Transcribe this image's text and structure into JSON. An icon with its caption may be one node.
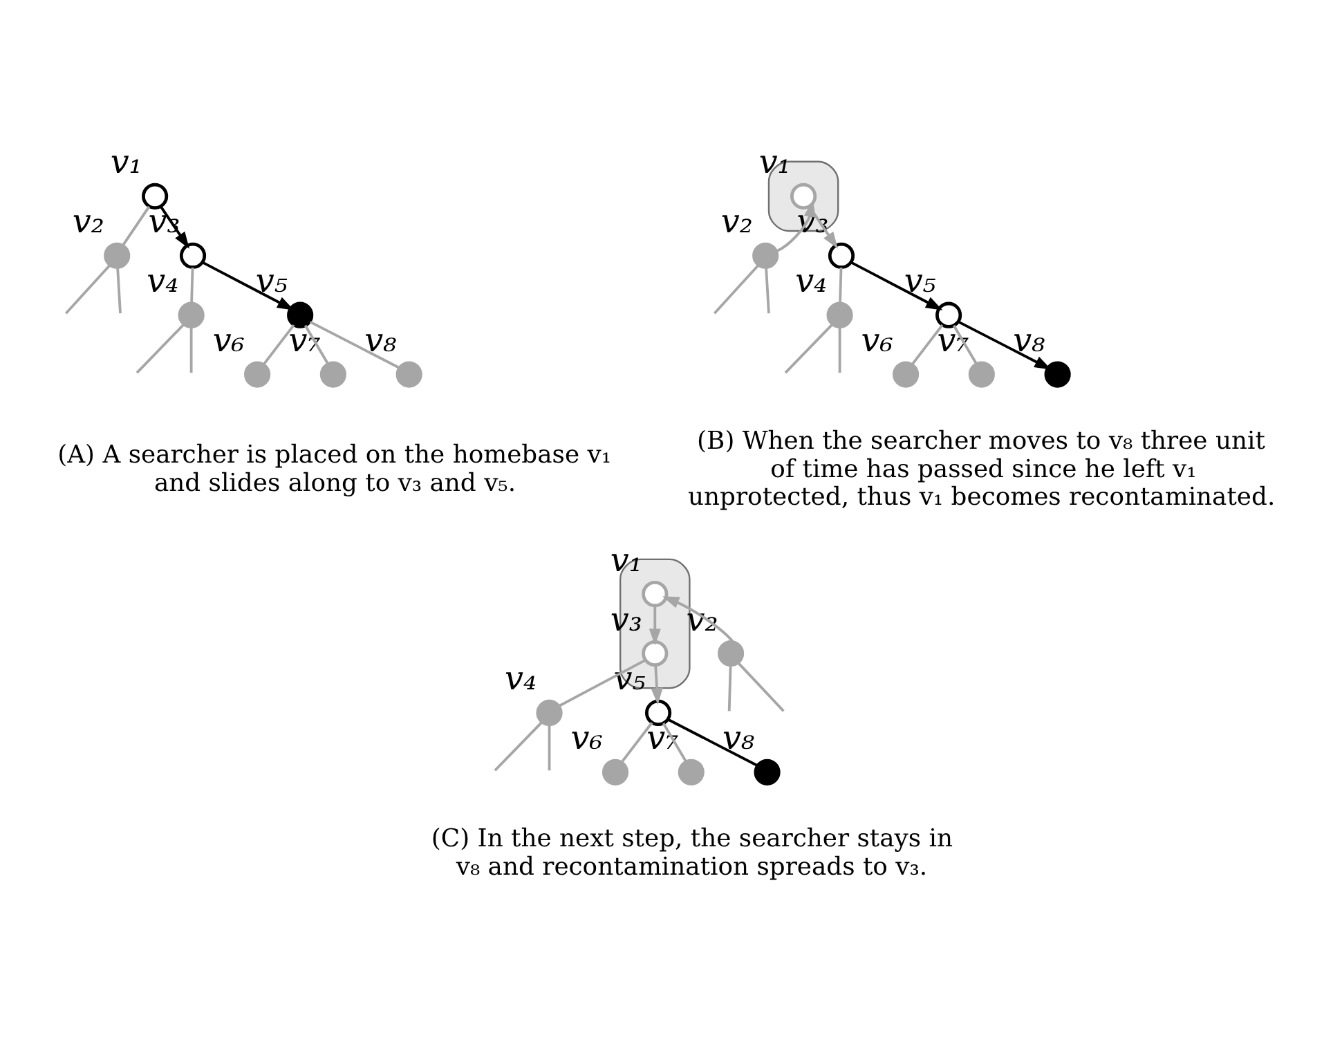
{
  "diagram": {
    "nodes": [
      {
        "text": [],
        "shape": "circle",
        "beside": [
          "v₁"
        ]
      },
      {
        "text": [],
        "shape": "circle",
        "beside": [
          "v₂"
        ]
      },
      {
        "text": [],
        "shape": "circle",
        "beside": [
          "v₃"
        ]
      },
      {
        "text": [],
        "shape": "circle",
        "beside": [
          "v₄"
        ]
      },
      {
        "text": [],
        "shape": "circle",
        "beside": [
          "v₅"
        ]
      },
      {
        "text": [],
        "shape": "circle",
        "beside": [
          "v₆"
        ]
      },
      {
        "text": [],
        "shape": "circle",
        "beside": [
          "v₇"
        ]
      },
      {
        "text": [],
        "shape": "circle",
        "beside": [
          "v₈"
        ]
      },
      {
        "text": [],
        "shape": "cloud"
      },
      {
        "text": [],
        "shape": "circle",
        "beside": [
          "v₁"
        ],
        "in": 8
      },
      {
        "text": [],
        "shape": "circle",
        "beside": [
          "v₂"
        ]
      },
      {
        "text": [],
        "shape": "circle",
        "beside": [
          "v₃"
        ]
      },
      {
        "text": [],
        "shape": "circle",
        "beside": [
          "v₄"
        ]
      },
      {
        "text": [],
        "shape": "circle",
        "beside": [
          "v₅"
        ]
      },
      {
        "text": [],
        "shape": "circle",
        "beside": [
          "v₆"
        ]
      },
      {
        "text": [],
        "shape": "circle",
        "beside": [
          "v₇"
        ]
      },
      {
        "text": [],
        "shape": "circle",
        "beside": [
          "v₈"
        ]
      },
      {
        "text": [],
        "shape": "cloud"
      },
      {
        "text": [],
        "shape": "circle",
        "beside": [
          "v₁"
        ],
        "in": 17
      },
      {
        "text": [],
        "shape": "circle",
        "beside": [
          "v₂"
        ]
      },
      {
        "text": [],
        "shape": "circle",
        "beside": [
          "v₃"
        ],
        "in": 17
      },
      {
        "text": [],
        "shape": "circle",
        "beside": [
          "v₄"
        ]
      },
      {
        "text": [],
        "shape": "circle",
        "beside": [
          "v₅"
        ]
      },
      {
        "text": [],
        "shape": "circle",
        "beside": [
          "v₆"
        ]
      },
      {
        "text": [],
        "shape": "circle",
        "beside": [
          "v₇"
        ]
      },
      {
        "text": [],
        "shape": "circle",
        "beside": [
          "v₈"
        ]
      }
    ],
    "edges": [
      {
        "from": 0,
        "to": 1,
        "arrow": "none"
      },
      {
        "from": 0,
        "to": 2,
        "arrow": "to",
        "color": "#000000"
      },
      {
        "from": 1,
        "to": null,
        "arrow": "none"
      },
      {
        "from": 1,
        "to": null,
        "arrow": "none"
      },
      {
        "from": 2,
        "to": 3,
        "arrow": "none"
      },
      {
        "from": 2,
        "to": 4,
        "arrow": "to",
        "color": "#000000"
      },
      {
        "from": 3,
        "to": null,
        "arrow": "none"
      },
      {
        "from": 3,
        "to": null,
        "arrow": "none"
      },
      {
        "from": 4,
        "to": 5,
        "arrow": "none"
      },
      {
        "from": 4,
        "to": 6,
        "arrow": "none"
      },
      {
        "from": 4,
        "to": 7,
        "arrow": "none"
      },
      {
        "from": 10,
        "to": 9,
        "arrow": "to"
      },
      {
        "from": 9,
        "to": 11,
        "arrow": "to"
      },
      {
        "from": 10,
        "to": null,
        "arrow": "none"
      },
      {
        "from": 10,
        "to": null,
        "arrow": "none"
      },
      {
        "from": 11,
        "to": 12,
        "arrow": "none"
      },
      {
        "from": 11,
        "to": 13,
        "arrow": "to",
        "color": "#000000"
      },
      {
        "from": 12,
        "to": null,
        "arrow": "none"
      },
      {
        "from": 12,
        "to": null,
        "arrow": "none"
      },
      {
        "from": 13,
        "to": 14,
        "arrow": "none"
      },
      {
        "from": 13,
        "to": 15,
        "arrow": "none"
      },
      {
        "from": 13,
        "to": 16,
        "arrow": "to",
        "color": "#000000"
      },
      {
        "from": 19,
        "to": 18,
        "arrow": "to"
      },
      {
        "from": 18,
        "to": 20,
        "arrow": "to"
      },
      {
        "from": 19,
        "to": null,
        "arrow": "none"
      },
      {
        "from": 19,
        "to": null,
        "arrow": "none"
      },
      {
        "from": 20,
        "to": 21,
        "arrow": "none"
      },
      {
        "from": 20,
        "to": 22,
        "arrow": "to"
      },
      {
        "from": 21,
        "to": null,
        "arrow": "none"
      },
      {
        "from": 21,
        "to": null,
        "arrow": "none"
      },
      {
        "from": 22,
        "to": 23,
        "arrow": "none"
      },
      {
        "from": 22,
        "to": 24,
        "arrow": "none"
      },
      {
        "from": 22,
        "to": 25,
        "arrow": "none",
        "color": "#000000"
      }
    ],
    "labels": [
      "(A) A searcher is placed on the homebase v₁ and slides along to v₃ and v₅.",
      "(B) When the searcher moves to v₈ three unit of time has passed since he left v₁ unprotected, thus v₁ becomes recontaminated.",
      "(C) In the next step, the searcher stays in v₈ and recontamination spreads to v₃."
    ]
  }
}
